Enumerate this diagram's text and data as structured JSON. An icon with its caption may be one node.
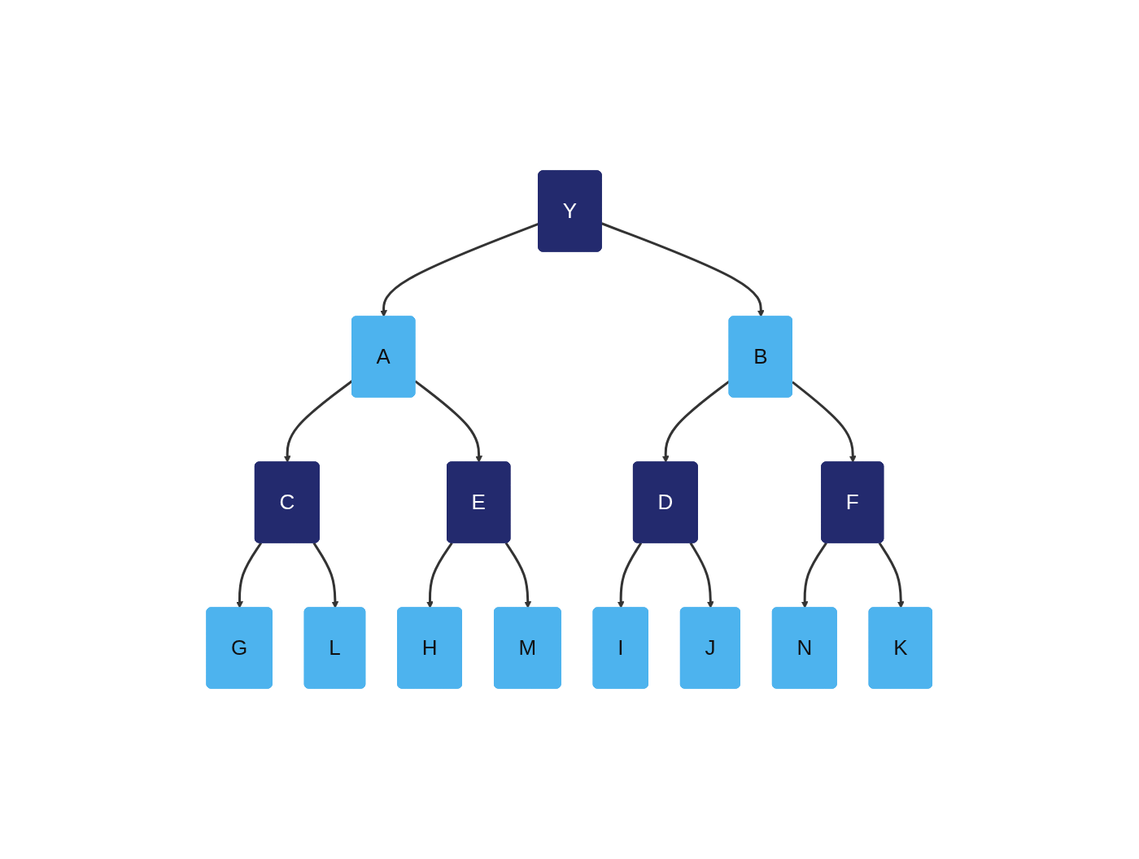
{
  "diagram": {
    "nodes": [
      {
        "text": [
          "Y"
        ]
      },
      {
        "text": [
          "A"
        ]
      },
      {
        "text": [
          "B"
        ]
      },
      {
        "text": [
          "C"
        ]
      },
      {
        "text": [
          "E"
        ]
      },
      {
        "text": [
          "D"
        ]
      },
      {
        "text": [
          "F"
        ]
      },
      {
        "text": [
          "G"
        ]
      },
      {
        "text": [
          "L"
        ]
      },
      {
        "text": [
          "H"
        ]
      },
      {
        "text": [
          "M"
        ]
      },
      {
        "text": [
          "I"
        ]
      },
      {
        "text": [
          "J"
        ]
      },
      {
        "text": [
          "N"
        ]
      },
      {
        "text": [
          "K"
        ]
      }
    ],
    "edges": [
      {
        "from": 0,
        "to": 1,
        "arrow": "to"
      },
      {
        "from": 0,
        "to": 2,
        "arrow": "to"
      },
      {
        "from": 1,
        "to": 3,
        "arrow": "to"
      },
      {
        "from": 1,
        "to": 4,
        "arrow": "to"
      },
      {
        "from": 2,
        "to": 5,
        "arrow": "to"
      },
      {
        "from": 2,
        "to": 6,
        "arrow": "to"
      },
      {
        "from": 3,
        "to": 7,
        "arrow": "to"
      },
      {
        "from": 3,
        "to": 8,
        "arrow": "to"
      },
      {
        "from": 4,
        "to": 9,
        "arrow": "to"
      },
      {
        "from": 4,
        "to": 10,
        "arrow": "to"
      },
      {
        "from": 5,
        "to": 11,
        "arrow": "to"
      },
      {
        "from": 5,
        "to": 12,
        "arrow": "to"
      },
      {
        "from": 6,
        "to": 13,
        "arrow": "to"
      },
      {
        "from": 6,
        "to": 14,
        "arrow": "to"
      }
    ]
  }
}
